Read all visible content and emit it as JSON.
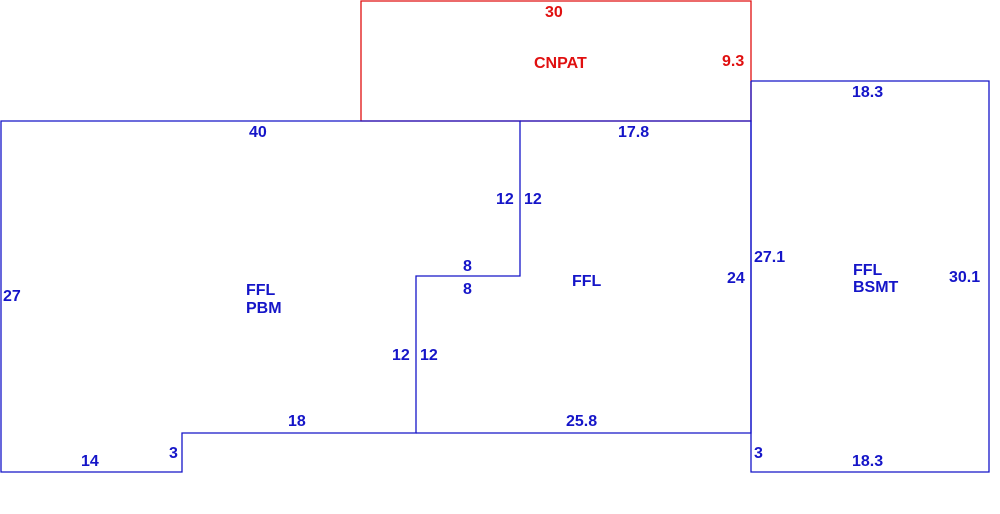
{
  "colors": {
    "main": "#1515c8",
    "addition": "#e01010",
    "background": "#ffffff"
  },
  "areas": {
    "cnpat": {
      "name": "CNPAT",
      "dims": {
        "top": "30",
        "right": "9.3"
      }
    },
    "ffl_pbm": {
      "name_line1": "FFL",
      "name_line2": "PBM",
      "dims": {
        "top": "40",
        "left": "27",
        "bottom_left": "14",
        "notch_step": "3",
        "bottom_mid": "18",
        "inner_vertical_lower": "12",
        "inner_horizontal": "8",
        "inner_vertical_upper": "12"
      }
    },
    "ffl": {
      "name": "FFL",
      "dims": {
        "top": "17.8",
        "right": "24",
        "bottom": "25.8",
        "inner_vertical_upper": "12",
        "inner_horizontal": "8",
        "inner_vertical_lower": "12"
      }
    },
    "ffl_bsmt": {
      "name_line1": "FFL",
      "name_line2": "BSMT",
      "dims": {
        "top": "18.3",
        "left": "27.1",
        "right": "30.1",
        "bottom": "18.3",
        "bottom_step": "3"
      }
    }
  }
}
